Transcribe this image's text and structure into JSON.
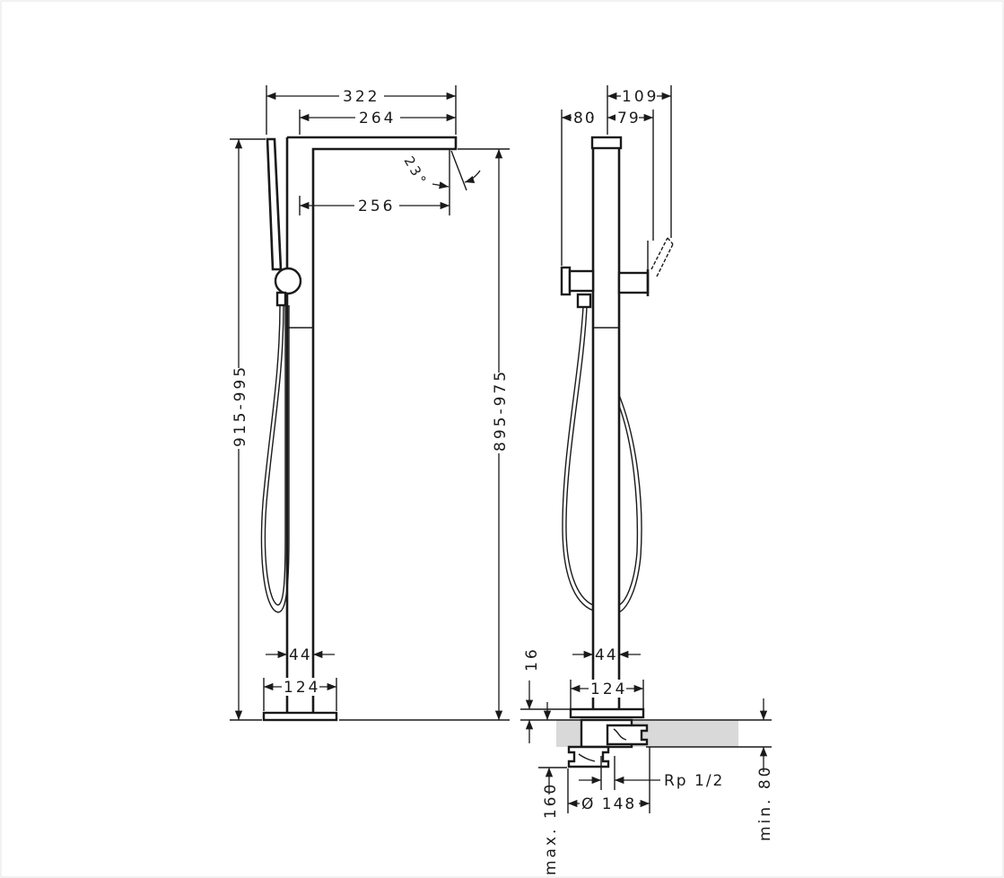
{
  "side_view": {
    "dim_overall_width": "322",
    "dim_spout_length": "264",
    "dim_spout_reach": "256",
    "dim_spout_angle": "23°",
    "dim_overall_height": "915-995",
    "dim_spout_height": "895-975",
    "dim_column_diameter": "44",
    "dim_base_diameter": "124"
  },
  "front_view": {
    "dim_handle_projection": "109",
    "dim_left_projection": "80",
    "dim_right_projection": "79",
    "dim_column_diameter": "44",
    "dim_base_diameter": "124",
    "dim_base_height": "16",
    "dim_rough_in_diameter": "Ø 148",
    "dim_connection": "Rp 1/2",
    "dim_max_depth": "max. 160",
    "dim_min_floor": "min. 80"
  },
  "colors": {
    "line": "#1a1a1a",
    "floor": "#d9d9d9"
  }
}
